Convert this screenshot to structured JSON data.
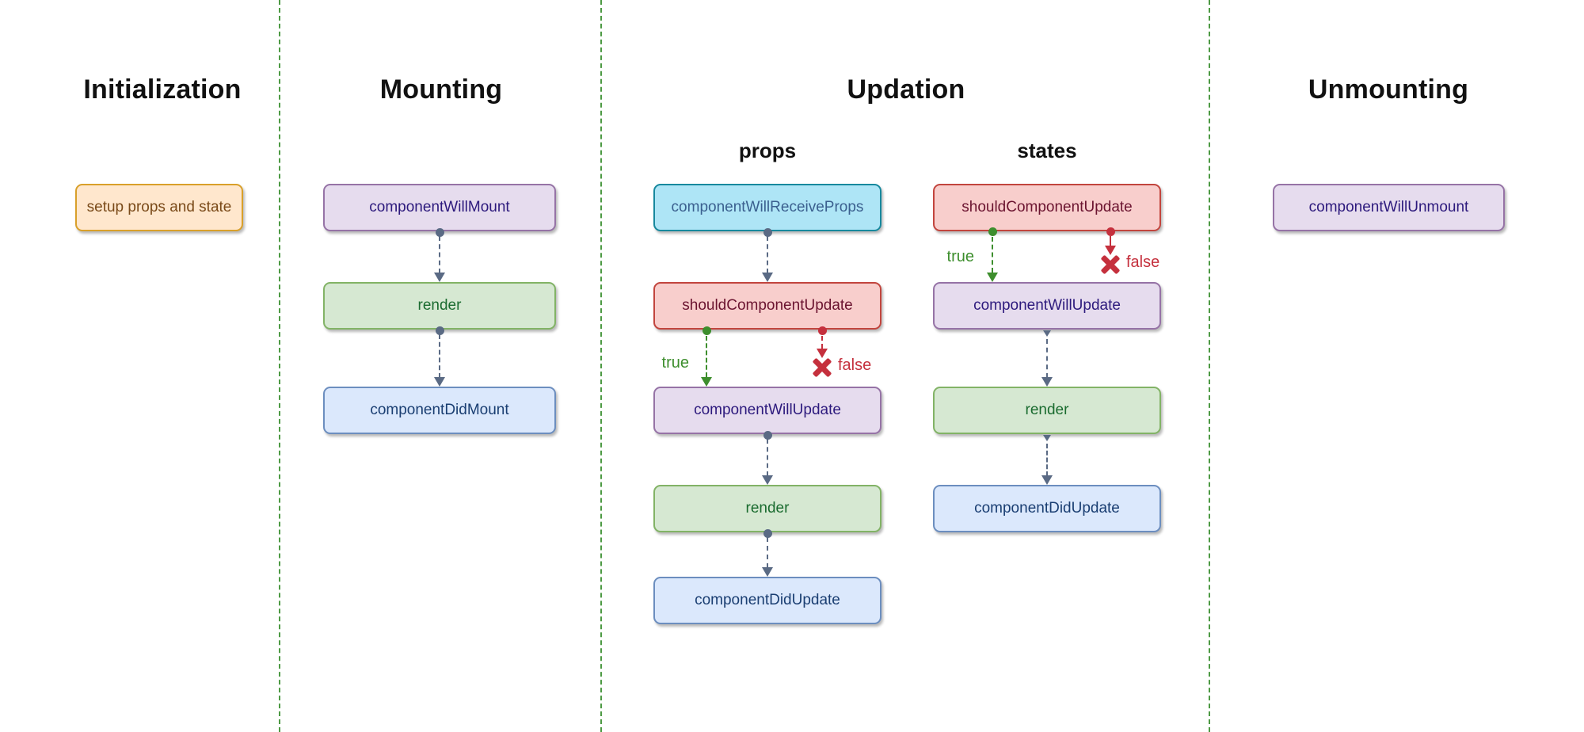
{
  "colors": {
    "separator": "#4d9a44",
    "connector": "#5a6a84",
    "true_green": "#3d8e2d",
    "false_red": "#c5303d",
    "title_text": "#111111",
    "orange_fill": "#ffe7cd",
    "orange_border": "#d9a02a",
    "orange_text": "#7a4a19",
    "purple_fill": "#e6dcee",
    "purple_border": "#9673a6",
    "purple_text": "#2d1a7d",
    "green_fill": "#d6e8d2",
    "green_border": "#82b366",
    "green_text": "#1a6b2f",
    "blue_fill": "#dbe8fc",
    "blue_border": "#6c8ebf",
    "blue_text": "#1a3e72",
    "cyan_fill": "#aee5f6",
    "cyan_border": "#17899e",
    "cyan_text": "#3b608f",
    "red_fill": "#f8cecc",
    "red_border": "#c2453e",
    "red_text": "#6b1430"
  },
  "sections": {
    "initialization": {
      "title": "Initialization",
      "node_setup": "setup props and state"
    },
    "mounting": {
      "title": "Mounting",
      "node_will_mount": "componentWillMount",
      "node_render": "render",
      "node_did_mount": "componentDidMount"
    },
    "updation": {
      "title": "Updation",
      "props": {
        "label": "props",
        "node_will_receive_props": "componentWillReceiveProps",
        "node_should_update": "shouldComponentUpdate",
        "node_will_update": "componentWillUpdate",
        "node_render": "render",
        "node_did_update": "componentDidUpdate",
        "true_label": "true",
        "false_label": "false"
      },
      "states": {
        "label": "states",
        "node_should_update": "shouldComponentUpdate",
        "node_will_update": "componentWillUpdate",
        "node_render": "render",
        "node_did_update": "componentDidUpdate",
        "true_label": "true",
        "false_label": "false"
      }
    },
    "unmounting": {
      "title": "Unmounting",
      "node_will_unmount": "componentWillUnmount"
    }
  }
}
